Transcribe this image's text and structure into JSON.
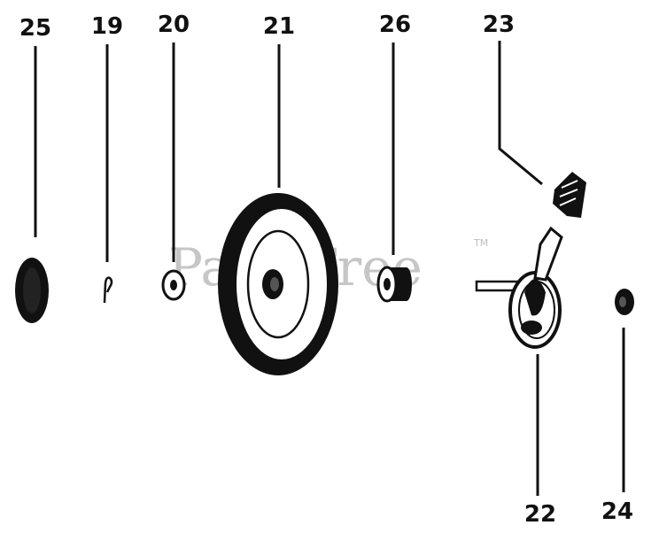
{
  "callouts": {
    "p25": "25",
    "p19": "19",
    "p20": "20",
    "p21": "21",
    "p26": "26",
    "p23": "23",
    "p22": "22",
    "p24": "24"
  },
  "watermark": {
    "text": "PartsTree",
    "tm": "TM"
  }
}
